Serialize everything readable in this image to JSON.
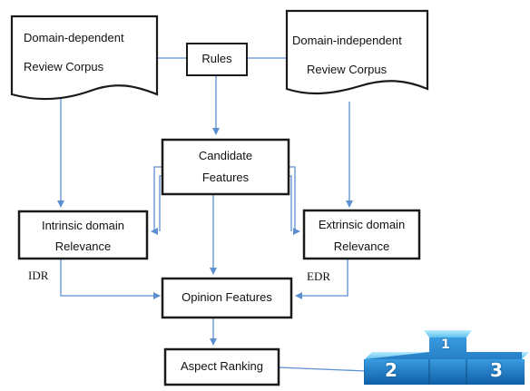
{
  "nodes": {
    "domain_dependent_corpus": {
      "line1": "Domain-dependent",
      "line2": "Review Corpus"
    },
    "rules": {
      "label": "Rules"
    },
    "domain_independent_corpus": {
      "line1": "Domain-independent",
      "line2": "Review Corpus"
    },
    "candidate_features": {
      "line1": "Candidate",
      "line2": "Features"
    },
    "intrinsic_relevance": {
      "line1": "Intrinsic domain",
      "line2": "Relevance"
    },
    "extrinsic_relevance": {
      "line1": "Extrinsic domain",
      "line2": "Relevance"
    },
    "opinion_features": {
      "label": "Opinion Features"
    },
    "aspect_ranking": {
      "label": "Aspect Ranking"
    }
  },
  "edge_labels": {
    "idr": "IDR",
    "edr": "EDR"
  },
  "podium": {
    "first": "1",
    "second": "2",
    "third": "3"
  },
  "colors": {
    "box_border": "#1a1a1a",
    "arrow": "#5b8fd1",
    "podium_top": "#7fd3f2",
    "podium_body": "#1d78c6"
  }
}
